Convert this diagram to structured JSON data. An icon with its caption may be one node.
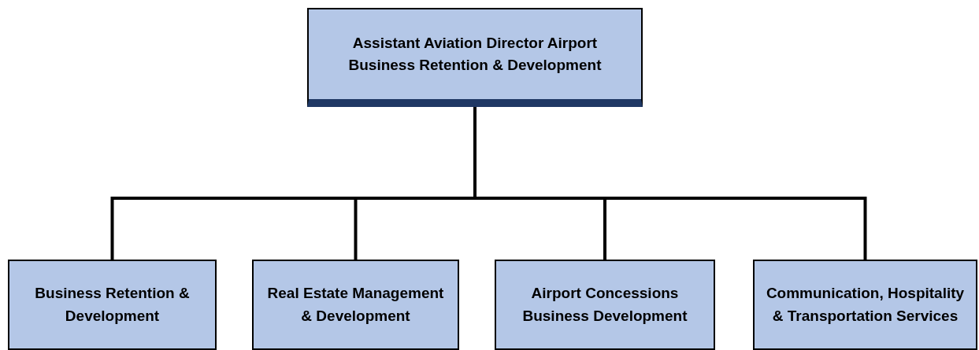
{
  "diagram": {
    "nodes": [
      {
        "text": [
          "Assistant Aviation Director Airport Business Retention & Development"
        ]
      },
      {
        "text": [
          "Business Retention & Development"
        ]
      },
      {
        "text": [
          "Real Estate Management & Development"
        ]
      },
      {
        "text": [
          "Airport Concessions Business Development"
        ]
      },
      {
        "text": [
          "Communication, Hospitality & Transportation Services"
        ]
      }
    ],
    "edges": [
      {
        "from": 0,
        "to": 1,
        "arrow": "none"
      },
      {
        "from": 0,
        "to": 2,
        "arrow": "none"
      },
      {
        "from": 0,
        "to": 3,
        "arrow": "none"
      },
      {
        "from": 0,
        "to": 4,
        "arrow": "none"
      }
    ]
  }
}
